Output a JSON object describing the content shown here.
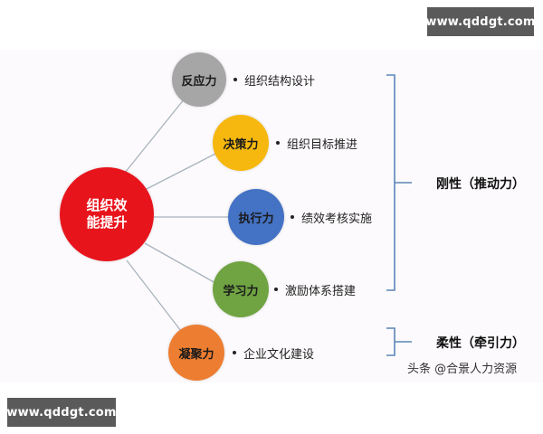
{
  "watermarks": {
    "top": "www.qddgt.com",
    "bottom": "www.qddgt.com"
  },
  "diagram": {
    "center": {
      "line1": "组织效",
      "line2": "能提升",
      "color": "#e8141c"
    },
    "nodes": [
      {
        "label": "反应力",
        "description": "组织结构设计",
        "color": "#a6a6a6"
      },
      {
        "label": "决策力",
        "description": "组织目标推进",
        "color": "#f6b80e"
      },
      {
        "label": "执行力",
        "description": "绩效考核实施",
        "color": "#4472c4"
      },
      {
        "label": "学习力",
        "description": "激励体系搭建",
        "color": "#70a442"
      },
      {
        "label": "凝聚力",
        "description": "企业文化建设",
        "color": "#ed7d31"
      }
    ],
    "groups": [
      {
        "label": "刚性（推动力）",
        "bracket_color": "#5b86b8"
      },
      {
        "label": "柔性（牵引力）",
        "bracket_color": "#5b86b8"
      }
    ],
    "credit": "头条 @合景人力资源"
  },
  "colors": {
    "link_line": "#a9b4be",
    "background": "#fcfafc",
    "watermark_bg": "#5a5a5a"
  }
}
